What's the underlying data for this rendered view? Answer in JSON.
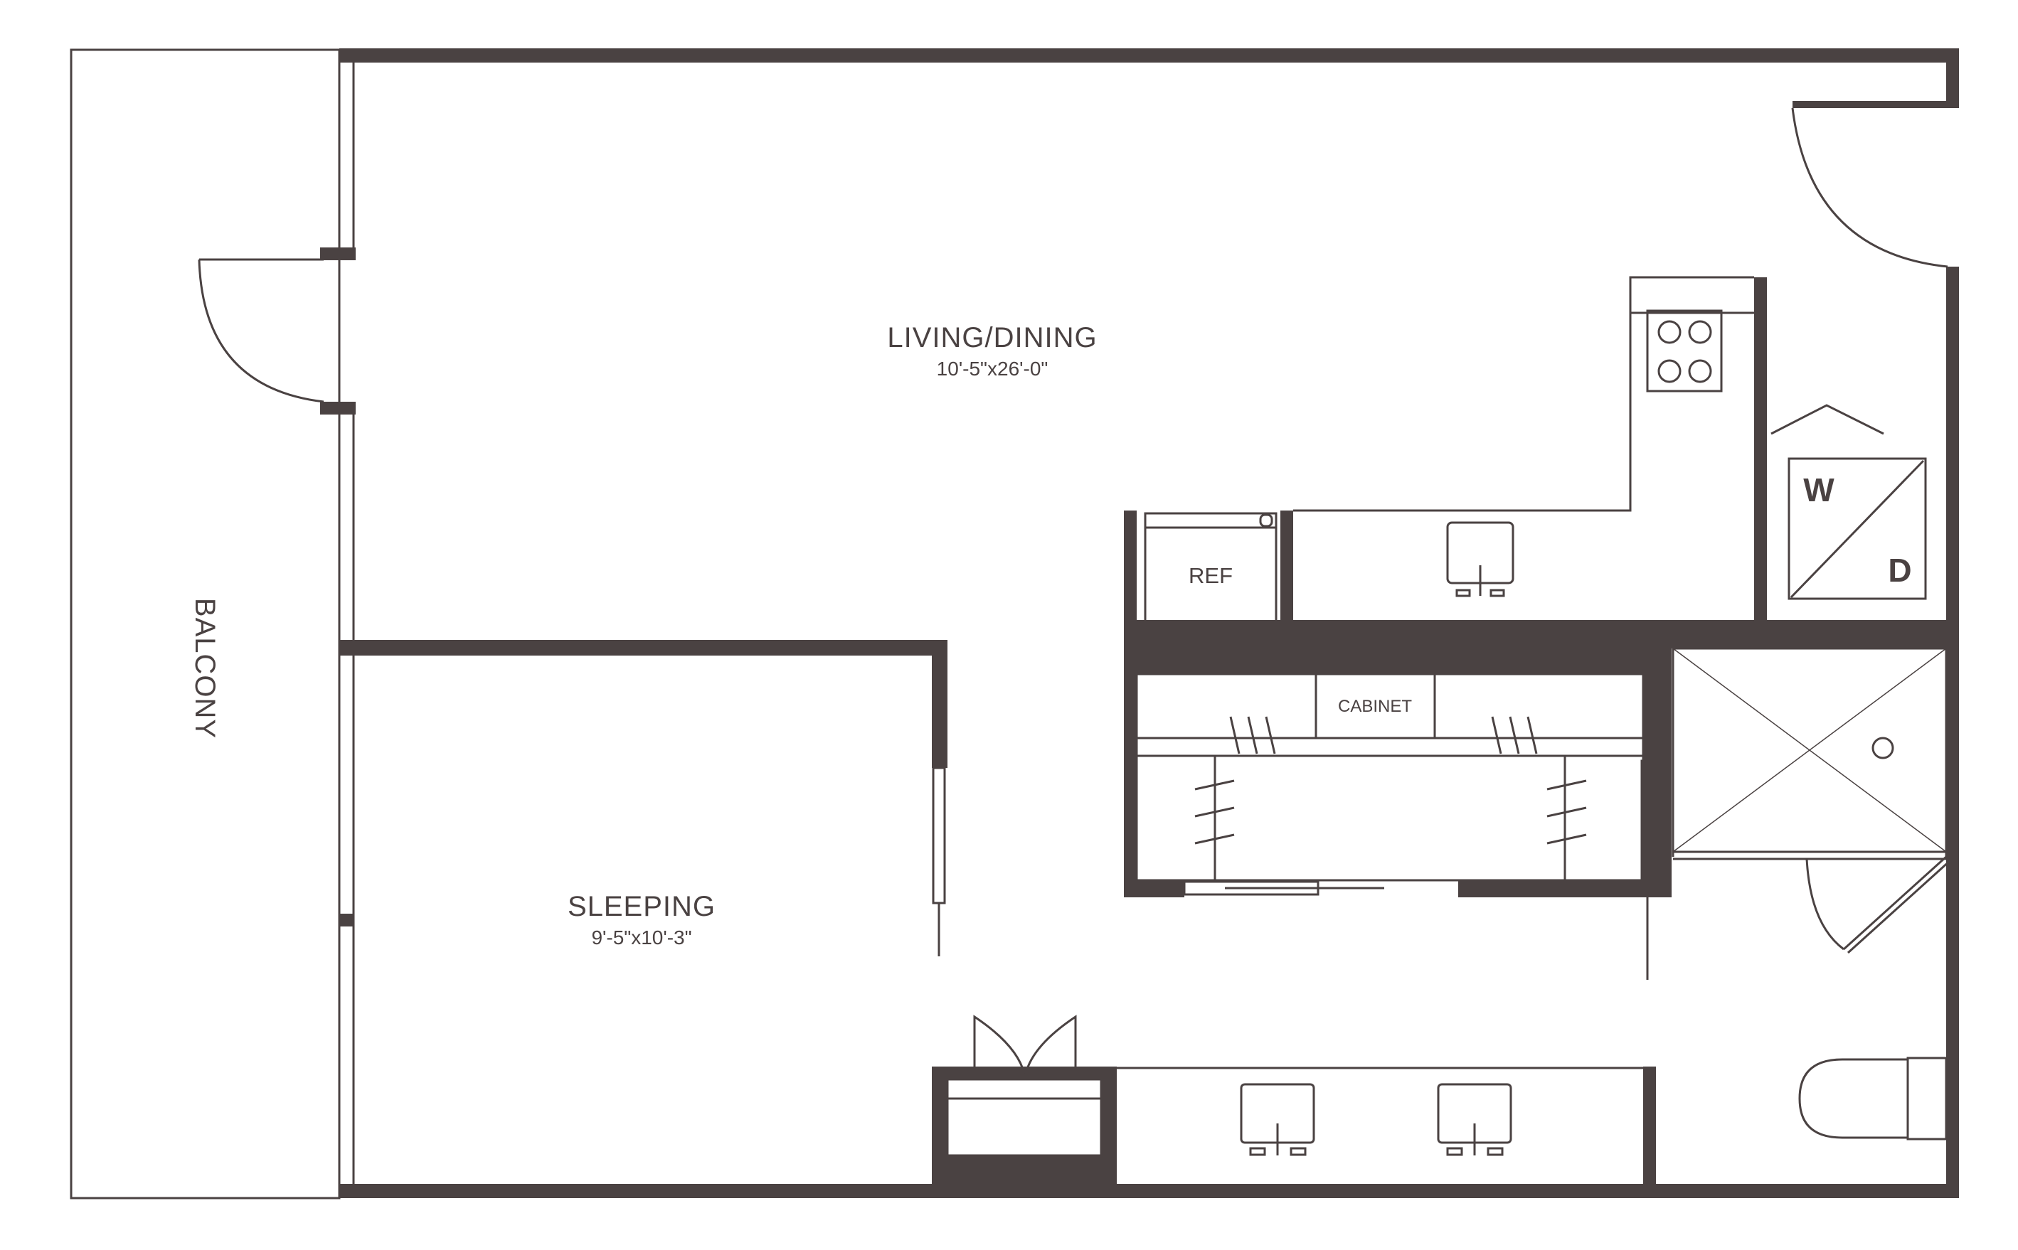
{
  "colors": {
    "wall": "#4a4242",
    "line": "#4a4242",
    "background": "#ffffff"
  },
  "rooms": {
    "living_dining": {
      "label": "LIVING/DINING",
      "dimensions": "10'-5\"x26'-0\""
    },
    "sleeping": {
      "label": "SLEEPING",
      "dimensions": "9'-5\"x10'-3\""
    },
    "balcony": {
      "label": "BALCONY"
    }
  },
  "fixtures": {
    "refrigerator": "REF",
    "cabinet": "CABINET",
    "washer": "W",
    "dryer": "D"
  },
  "icons": [
    "door-swing-icon",
    "sink-icon",
    "cooktop-icon",
    "shower-icon",
    "toilet-icon",
    "closet-hanger-icon",
    "washer-dryer-icon"
  ]
}
